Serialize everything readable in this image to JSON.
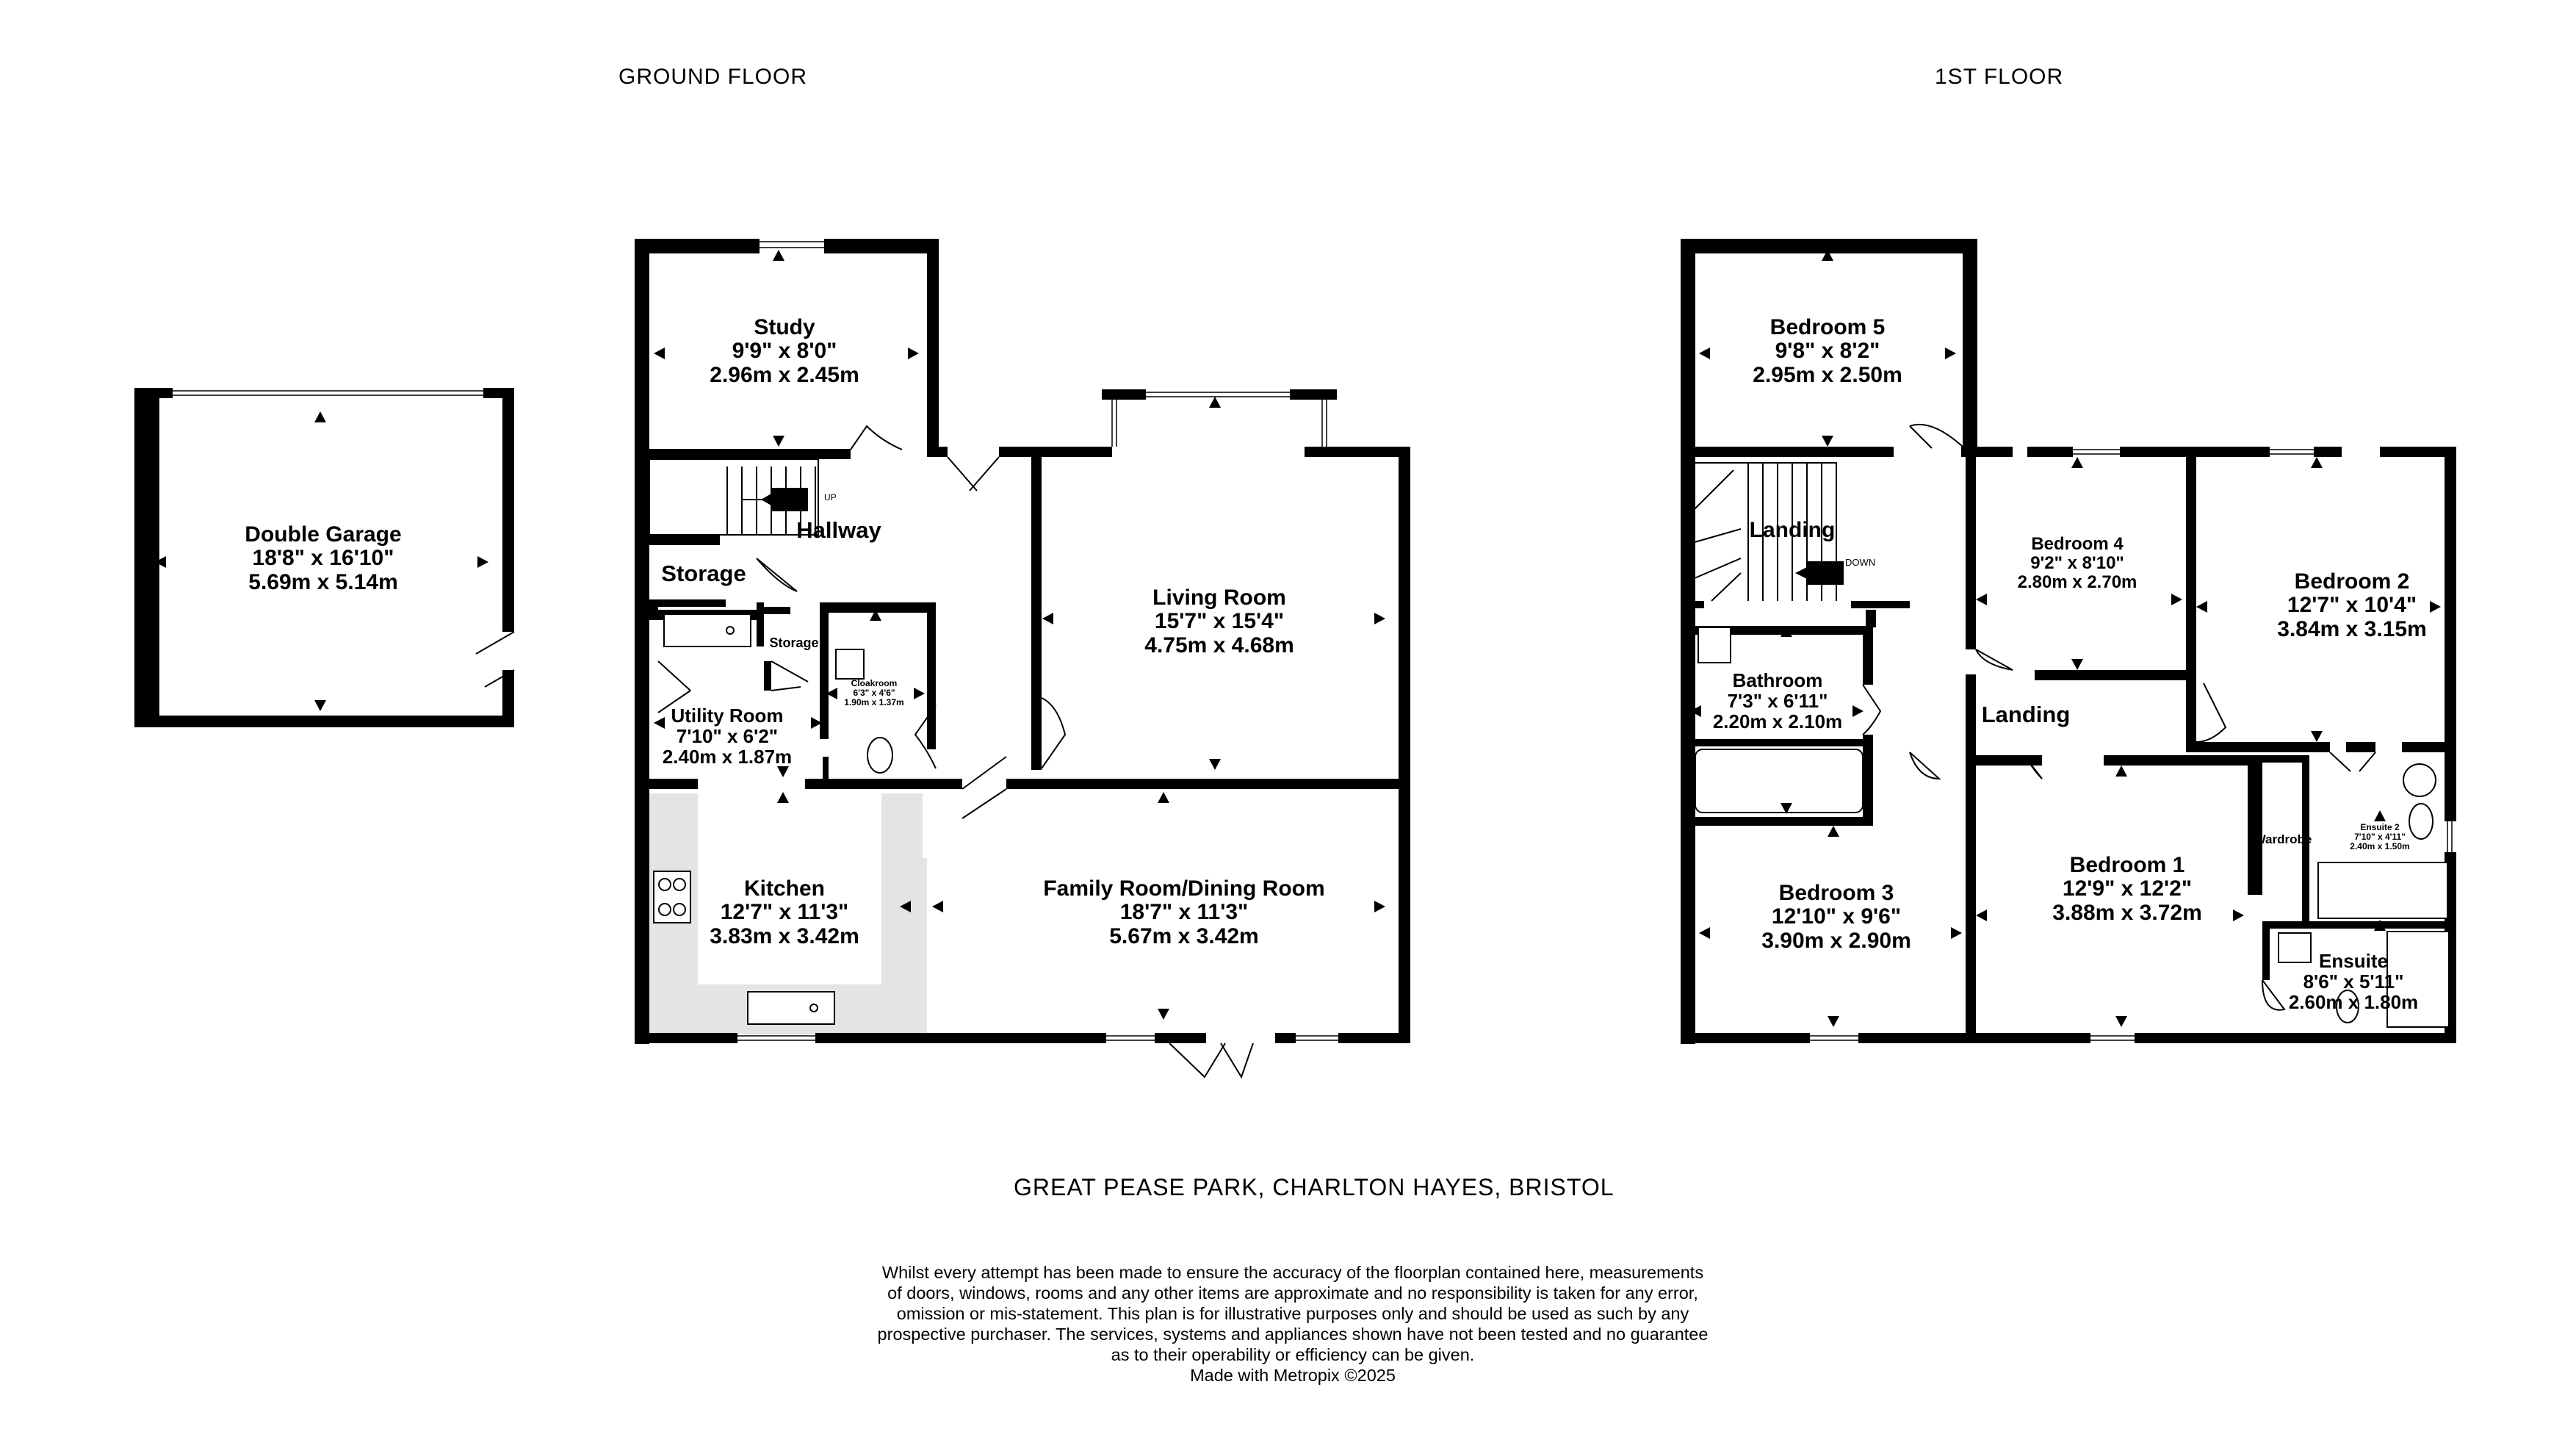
{
  "floors": {
    "ground": {
      "title": "GROUND FLOOR"
    },
    "first": {
      "title": "1ST FLOOR"
    }
  },
  "rooms": {
    "double_garage": {
      "name": "Double Garage",
      "imperial": "18'8\"  x 16'10\"",
      "metric": "5.69m  x 5.14m"
    },
    "study": {
      "name": "Study",
      "imperial": "9'9\"  x 8'0\"",
      "metric": "2.96m  x 2.45m"
    },
    "hallway": {
      "name": "Hallway"
    },
    "storage_ground": {
      "name": "Storage"
    },
    "storage_small": {
      "name": "Storage"
    },
    "cloakroom": {
      "name": "Cloakroom",
      "imperial": "6'3\"  x 4'6\"",
      "metric": "1.90m  x 1.37m"
    },
    "utility": {
      "name": "Utility Room",
      "imperial": "7'10\"  x 6'2\"",
      "metric": "2.40m  x 1.87m"
    },
    "living": {
      "name": "Living Room",
      "imperial": "15'7\"  x 15'4\"",
      "metric": "4.75m  x 4.68m"
    },
    "kitchen": {
      "name": "Kitchen",
      "imperial": "12'7\"  x 11'3\"",
      "metric": "3.83m  x 3.42m"
    },
    "family": {
      "name": "Family Room/Dining Room",
      "imperial": "18'7\"  x 11'3\"",
      "metric": "5.67m  x 3.42m"
    },
    "bedroom5": {
      "name": "Bedroom 5",
      "imperial": "9'8\"  x 8'2\"",
      "metric": "2.95m  x 2.50m"
    },
    "landing_upper": {
      "name": "Landing"
    },
    "bedroom4": {
      "name": "Bedroom 4",
      "imperial": "9'2\"  x 8'10\"",
      "metric": "2.80m  x 2.70m"
    },
    "bedroom2": {
      "name": "Bedroom 2",
      "imperial": "12'7\"  x 10'4\"",
      "metric": "3.84m  x 3.15m"
    },
    "bathroom": {
      "name": "Bathroom",
      "imperial": "7'3\"  x 6'11\"",
      "metric": "2.20m  x 2.10m"
    },
    "landing_main": {
      "name": "Landing"
    },
    "bedroom3": {
      "name": "Bedroom 3",
      "imperial": "12'10\"  x 9'6\"",
      "metric": "3.90m  x 2.90m"
    },
    "bedroom1": {
      "name": "Bedroom 1",
      "imperial": "12'9\"  x 12'2\"",
      "metric": "3.88m  x 3.72m"
    },
    "wardrobe": {
      "name": "Wardrobe"
    },
    "ensuite2": {
      "name": "Ensuite 2",
      "imperial": "7'10\"  x 4'11\"",
      "metric": "2.40m  x 1.50m"
    },
    "ensuite": {
      "name": "Ensuite",
      "imperial": "8'6\"  x 5'11\"",
      "metric": "2.60m  x 1.80m"
    }
  },
  "stairs": {
    "up_label": "UP",
    "down_label": "DOWN"
  },
  "address": "GREAT PEASE PARK, CHARLTON HAYES, BRISTOL",
  "disclaimer": {
    "line1": "Whilst every attempt has been made to ensure the accuracy of the floorplan contained here, measurements",
    "line2": "of doors, windows, rooms and any other items are approximate and no responsibility is taken for any error,",
    "line3": "omission or mis-statement. This plan is for illustrative purposes only and should be used as such by any",
    "line4": "prospective purchaser. The services, systems and appliances shown have not been tested and no guarantee",
    "line5": "as to their operability or efficiency can be given.",
    "credit": "Made with Metropix ©2025"
  },
  "colors": {
    "wall": "#000000",
    "kitchen_floor": "#e4e4e4",
    "background": "#ffffff"
  }
}
